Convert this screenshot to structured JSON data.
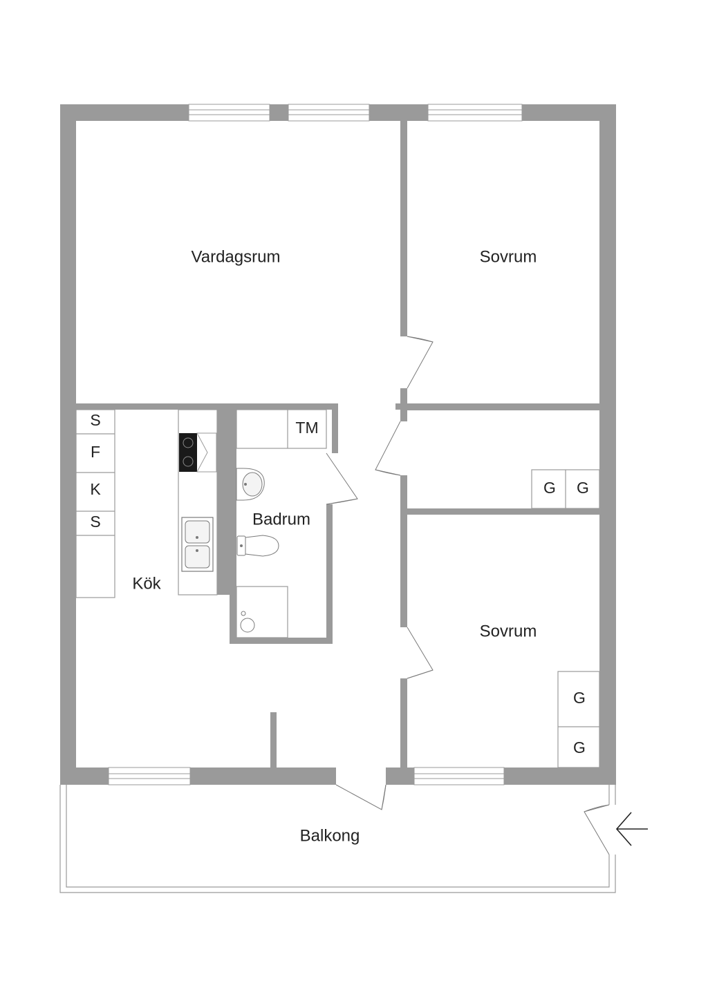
{
  "rooms": {
    "vardagsrum": "Vardagsrum",
    "sovrum_top": "Sovrum",
    "sovrum_bottom": "Sovrum",
    "kok": "Kök",
    "badrum": "Badrum",
    "balkong": "Balkong"
  },
  "fixtures": {
    "kitchen_s1": "S",
    "kitchen_f": "F",
    "kitchen_k": "K",
    "kitchen_s2": "S",
    "tm": "TM",
    "closet_g1": "G",
    "closet_g2": "G",
    "closet_g3": "G",
    "closet_g4": "G"
  },
  "colors": {
    "wall": "#9a9a9a",
    "text": "#222222",
    "background": "#ffffff"
  },
  "icons": {
    "entrance": "arrow-left-icon"
  }
}
